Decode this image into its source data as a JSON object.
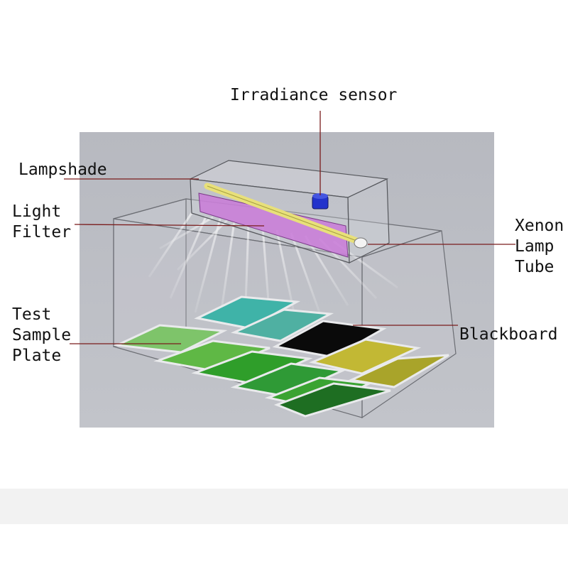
{
  "labels": {
    "irradiance_sensor": "Irradiance sensor",
    "lampshade": "Lampshade",
    "light_filter_line1": "Light",
    "light_filter_line2": "Filter",
    "xenon_line1": "Xenon",
    "xenon_line2": "Lamp",
    "xenon_line3": "Tube",
    "test_line1": "Test",
    "test_line2": "Sample",
    "test_line3": "Plate",
    "blackboard": "Blackboard"
  },
  "colors": {
    "background_panel": "#b9bcc4",
    "leader_line": "#7a1c1c",
    "filter": "#c97ad8",
    "lamp_tube": "#e8e07a",
    "sensor": "#2233cc",
    "blackboard": "#0a0a0a"
  },
  "plates": [
    {
      "name": "plate-teal-back",
      "color": "#3fb3a8"
    },
    {
      "name": "plate-teal-mid",
      "color": "#4fb0a2"
    },
    {
      "name": "plate-green-light-left",
      "color": "#7ec46a"
    },
    {
      "name": "plate-blackboard",
      "color": "#0a0a0a"
    },
    {
      "name": "plate-olive-right",
      "color": "#c2b834"
    },
    {
      "name": "plate-green-mid-left",
      "color": "#5fb845"
    },
    {
      "name": "plate-green-center",
      "color": "#2f9e2a"
    },
    {
      "name": "plate-green-center-right",
      "color": "#2f9a36"
    },
    {
      "name": "plate-olive-front-right",
      "color": "#a9a42a"
    },
    {
      "name": "plate-green-front-left",
      "color": "#3aa332"
    },
    {
      "name": "plate-green-front-center",
      "color": "#2a8a2c"
    },
    {
      "name": "plate-green-front-dark",
      "color": "#1e6e22"
    }
  ]
}
